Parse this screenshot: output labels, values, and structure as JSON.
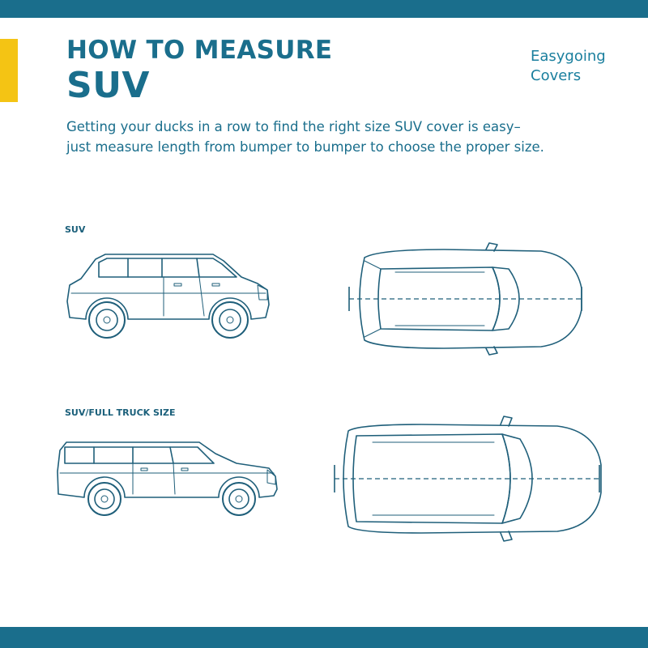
{
  "header": {
    "title_line1": "HOW TO MEASURE",
    "title_line2": "SUV",
    "brand_line1": "Easygoing",
    "brand_line2": "Covers"
  },
  "description": {
    "line1": "Getting your ducks in a row to find the right size SUV cover is easy–",
    "line2": "just measure length from bumper to bumper to choose the proper size."
  },
  "sections": {
    "suv": {
      "label": "SUV"
    },
    "truck": {
      "label": "SUV/FULL TRUCK SIZE"
    }
  },
  "colors": {
    "brand_teal": "#1a6e8c",
    "accent_yellow": "#f4c414",
    "line_art": "#1f5f7a"
  }
}
